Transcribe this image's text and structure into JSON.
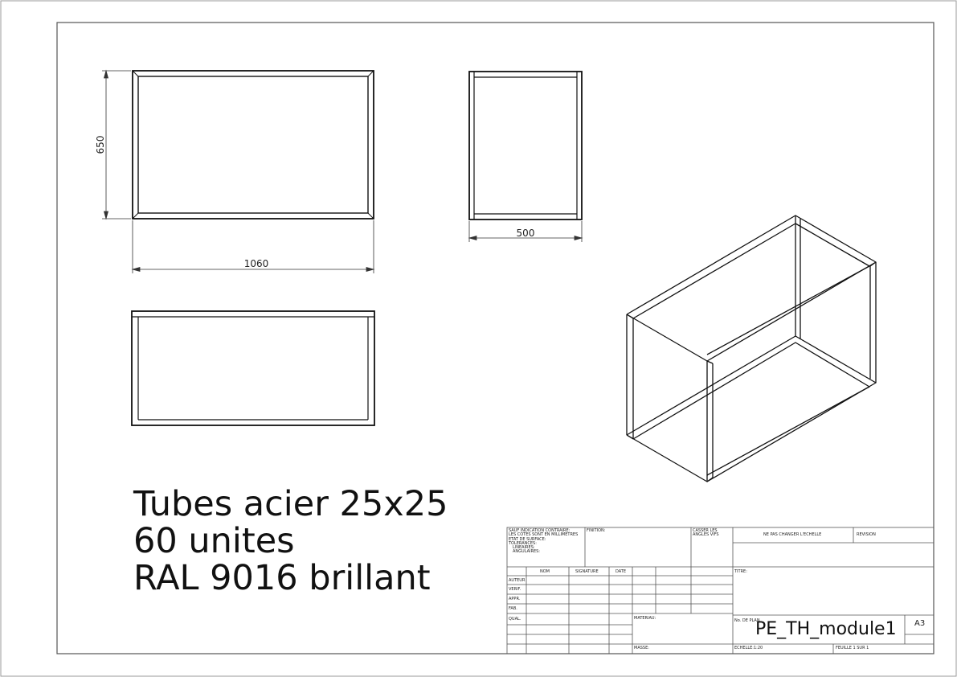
{
  "views": {
    "dimensions": {
      "height": "650",
      "width": "1060",
      "depth": "500"
    }
  },
  "notes": {
    "line1": "Tubes acier 25x25",
    "line2": "60 unites",
    "line3": "RAL 9016 brillant"
  },
  "title_block": {
    "general_note": [
      "SAUF INDICATION CONTRAIRE:",
      "LES COTES SONT EN MILLIMETRES",
      "ETAT DE SURFACE:",
      "TOLERANCES:",
      "LINEAIRES:",
      "ANGULAIRES:"
    ],
    "finish_label": "FINITION:",
    "break_edges": [
      "CASSER LES",
      "ANGLES VIFS"
    ],
    "no_scale": "NE PAS CHANGER L'ECHELLE",
    "revision_label": "REVISION",
    "columns": {
      "name": "NOM",
      "signature": "SIGNATURE",
      "date": "DATE"
    },
    "roles": [
      "AUTEUR",
      "VERIF.",
      "APPR.",
      "FAB.",
      "QUAL."
    ],
    "title_label": "TITRE:",
    "material_label": "MATERIAU:",
    "drawing_no_label": "No. DE PLAN",
    "drawing_number": "PE_TH_module1",
    "sheet_size": "A3",
    "mass_label": "MASSE:",
    "scale_label": "ECHELLE:1:20",
    "sheet_label": "FEUILLE 1 SUR 1"
  }
}
